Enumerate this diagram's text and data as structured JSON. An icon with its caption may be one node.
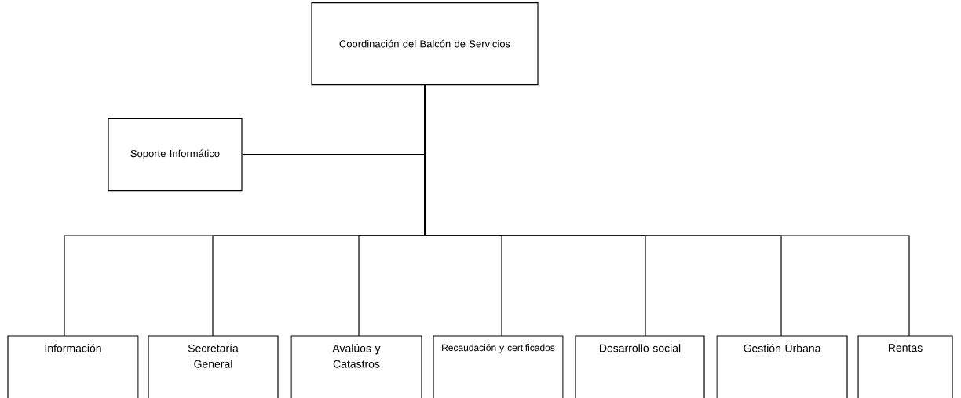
{
  "diagram": {
    "nodes": [
      {
        "text": [
          "Coordinación del Balcón de Servicios"
        ]
      },
      {
        "text": [
          "Soporte Informático"
        ]
      },
      {
        "text": [
          "Información"
        ]
      },
      {
        "text": [
          "Secretaría General"
        ]
      },
      {
        "text": [
          "Avalúos y Catastros"
        ]
      },
      {
        "text": [
          "Recaudación y certificados"
        ]
      },
      {
        "text": [
          "Desarrollo social"
        ]
      },
      {
        "text": [
          "Gestión Urbana"
        ]
      },
      {
        "text": [
          "Rentas"
        ]
      }
    ],
    "edges": [
      {
        "from": 0,
        "to": 1,
        "arrow": "none"
      },
      {
        "from": 0,
        "to": 2,
        "arrow": "none"
      },
      {
        "from": 0,
        "to": 3,
        "arrow": "none"
      },
      {
        "from": 0,
        "to": 4,
        "arrow": "none"
      },
      {
        "from": 0,
        "to": 5,
        "arrow": "none"
      },
      {
        "from": 0,
        "to": 6,
        "arrow": "none"
      },
      {
        "from": 0,
        "to": 7,
        "arrow": "none"
      },
      {
        "from": 0,
        "to": 8,
        "arrow": "none"
      }
    ]
  }
}
